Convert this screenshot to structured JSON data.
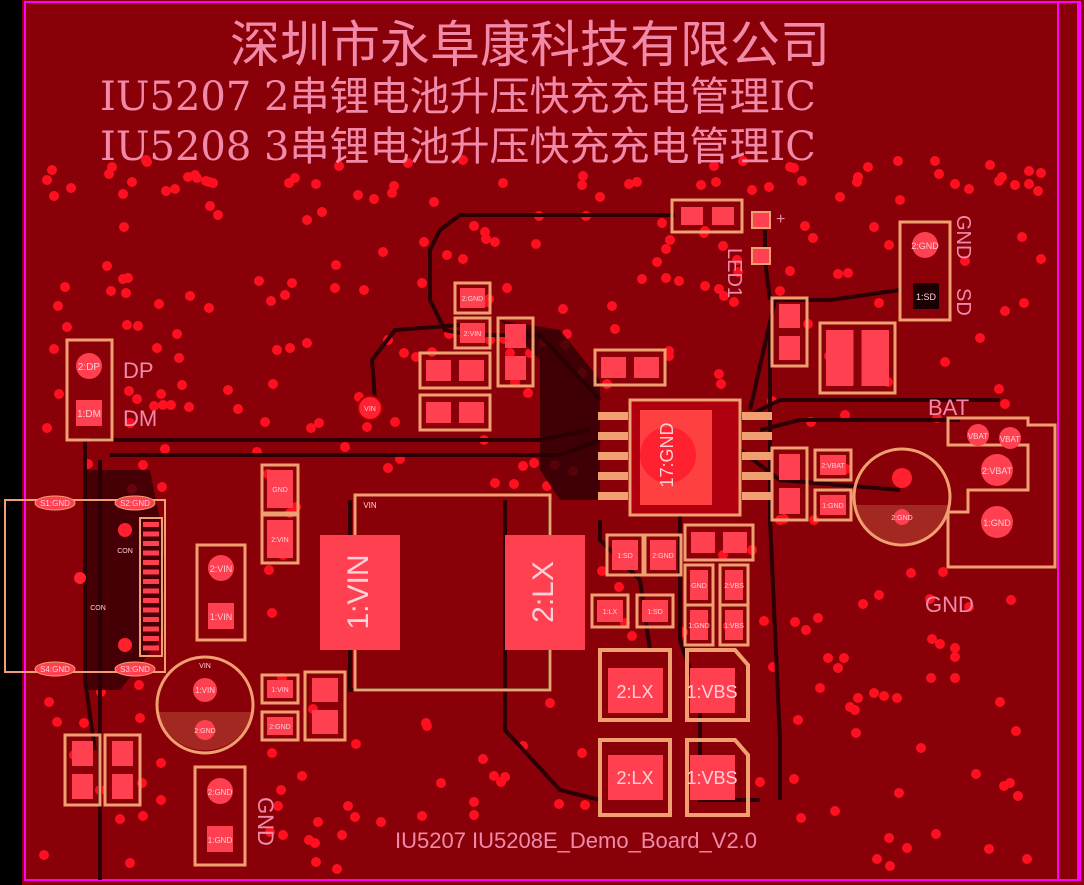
{
  "title": {
    "company": "深圳市永阜康科技有限公司",
    "line1": "IU5207  2串锂电池升压快充充电管理IC",
    "line2": "IU5208  3串锂电池升压快充充电管理IC"
  },
  "footer": "IU5207  IU5208E_Demo_Board_V2.0",
  "silkscreen": {
    "dp": "DP",
    "dm": "DM",
    "gnd_top": "GND",
    "sd": "SD",
    "led1": "LED1",
    "led_plus": "+",
    "bat": "BAT",
    "gnd_right": "GND",
    "gnd_bottom": "GND"
  },
  "pads": {
    "vin_big": "1:VIN",
    "lx_big": "2:LX",
    "ic_center": "17:GND",
    "lx_1": "2:LX",
    "vbs_1": "1:VBS",
    "lx_2": "2:LX",
    "vbs_2": "1:VBS",
    "dp_pad": "2:DP",
    "dm_pad": "1:DM",
    "sd_top_gnd": "2:GND",
    "sd_pad": "1:SD",
    "bat_vbat_a": "VBAT",
    "bat_vbat_b": "VBAT",
    "bat_2vbat": "2:VBAT",
    "bat_1gnd": "1:GND",
    "cap_gnd": "1:GND",
    "cap_vbat": "2:VBAT",
    "cap2_gnd": "2:GND",
    "usb_s1": "S1:GND",
    "usb_s2": "S2:GND",
    "usb_s3": "S3:GND",
    "usb_s4": "S4:GND",
    "vin_pad_a": "2:VIN",
    "vin_pad_b": "1:VIN",
    "vin_small": "VIN",
    "gnd_small": "1:GND",
    "vin_2": "2:VIN",
    "con_a": "CON",
    "con_b": "CON",
    "r_gnd_top": "2:GND",
    "r_vin_top": "2:VIN",
    "gnd_pad_bl_a": "2:GND",
    "gnd_pad_bl_b": "1:GND",
    "elcap_vin": "1:VIN",
    "elcap_gnd": "2:GND",
    "elcap_vin_top": "VIN",
    "r_1vin": "1:VIN",
    "r_2gnd": "2:GND",
    "sm_1lx": "1:LX",
    "sm_1sd": "1:SD",
    "sm_2gnd": "2:GND",
    "sm_1sd_b": "1:SD",
    "via_vin": "VIN",
    "r_gnd_a": "GND",
    "r_gnd_b": "GND",
    "r_vbs_a": "2:VBS",
    "r_vbs_b": "1:VBS"
  },
  "colors": {
    "board": "#8a0008",
    "copper": "#c00010",
    "trace_dark": "#2a0004",
    "pad_outline": "#f0a070",
    "silk": "#f08aa8",
    "via": "#ff1020",
    "edge": "#ff00ff"
  }
}
